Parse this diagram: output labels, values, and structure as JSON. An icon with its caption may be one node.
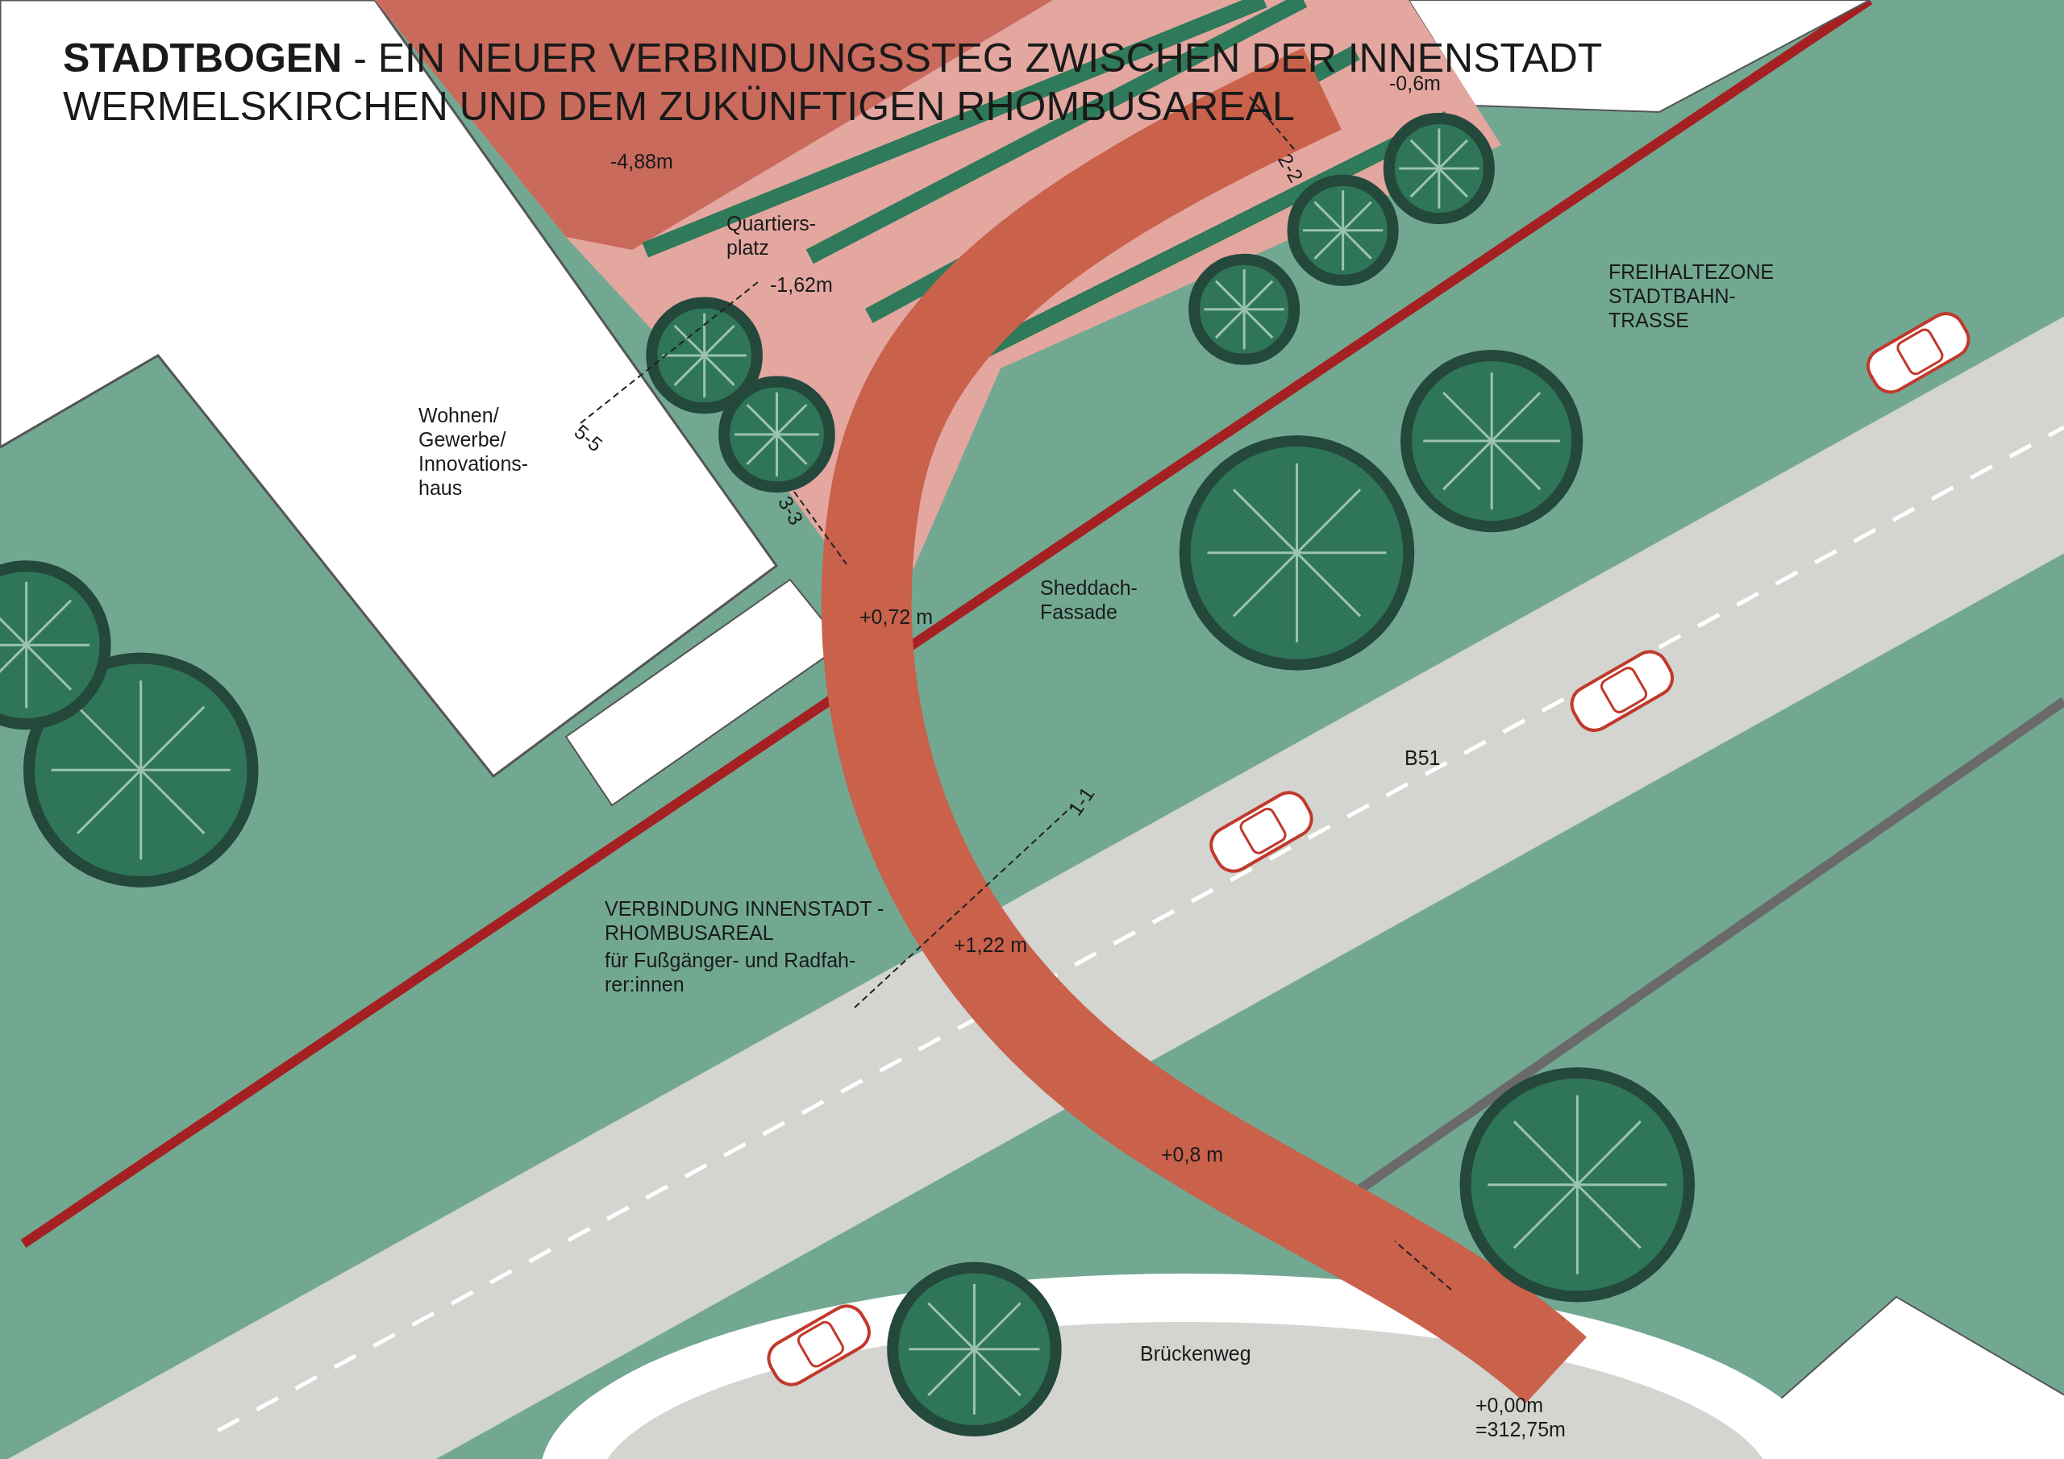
{
  "diagram": {
    "title": "**STADTBOGEN** - EIN NEUER VERBINDUNGSSTEG ZWISCHEN DER INNENSTADT WERMELSKIRCHEN UND DEM ZUKÜNFTIGEN RHOMBUSAREAL",
    "labels": [
      "-0,6m",
      "-4,88m",
      "2-2",
      "Quartiers- platz",
      "FREIHALTEZONE STADTBAHN- TRASSE",
      "-1,62m",
      "Wohnen/ Gewerbe/ Innovations- haus",
      "5-5",
      "3-3",
      "Sheddach- Fassade",
      "+0,72 m",
      "B51",
      "1-1",
      "VERBINDUNG INNENSTADT - RHOMBUSAREAL",
      "für Fußgänger- und Radfah- rer:innen",
      "+1,22 m",
      "+0,8 m",
      "Brückenweg",
      "+0,00m =312,75m"
    ]
  }
}
